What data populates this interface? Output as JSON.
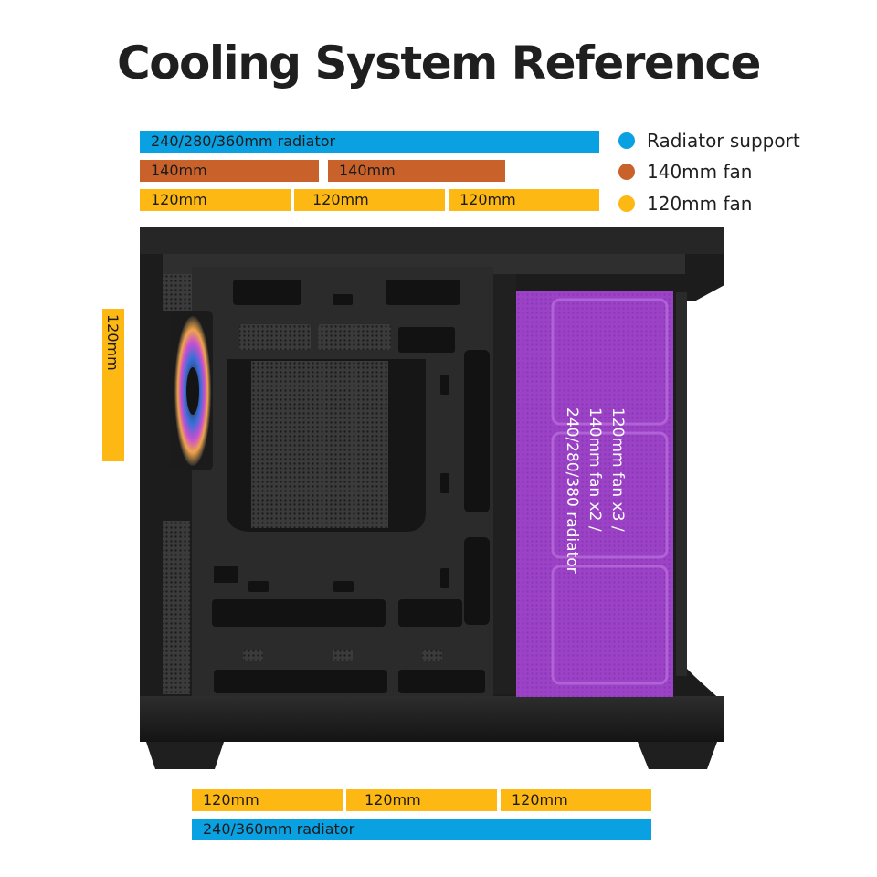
{
  "title": "Cooling System Reference",
  "top_bars": {
    "radiator": "240/280/360mm radiator",
    "fan140": [
      "140mm",
      "140mm"
    ],
    "fan120": [
      "120mm",
      "120mm",
      "120mm"
    ]
  },
  "legend": [
    {
      "label": "Radiator support",
      "color": "#0aa1e2"
    },
    {
      "label": "140mm fan",
      "color": "#c9612a"
    },
    {
      "label": "120mm fan",
      "color": "#fdb814"
    }
  ],
  "rear_fan": "120mm",
  "side_mount": {
    "lines": [
      "120mm fan x3 /",
      "140mm fan x2 /",
      "240/280/380 radiator"
    ],
    "color": "#9b42c6"
  },
  "bottom_bars": {
    "fan120": [
      "120mm",
      "120mm",
      "120mm"
    ],
    "radiator": "240/360mm radiator"
  }
}
